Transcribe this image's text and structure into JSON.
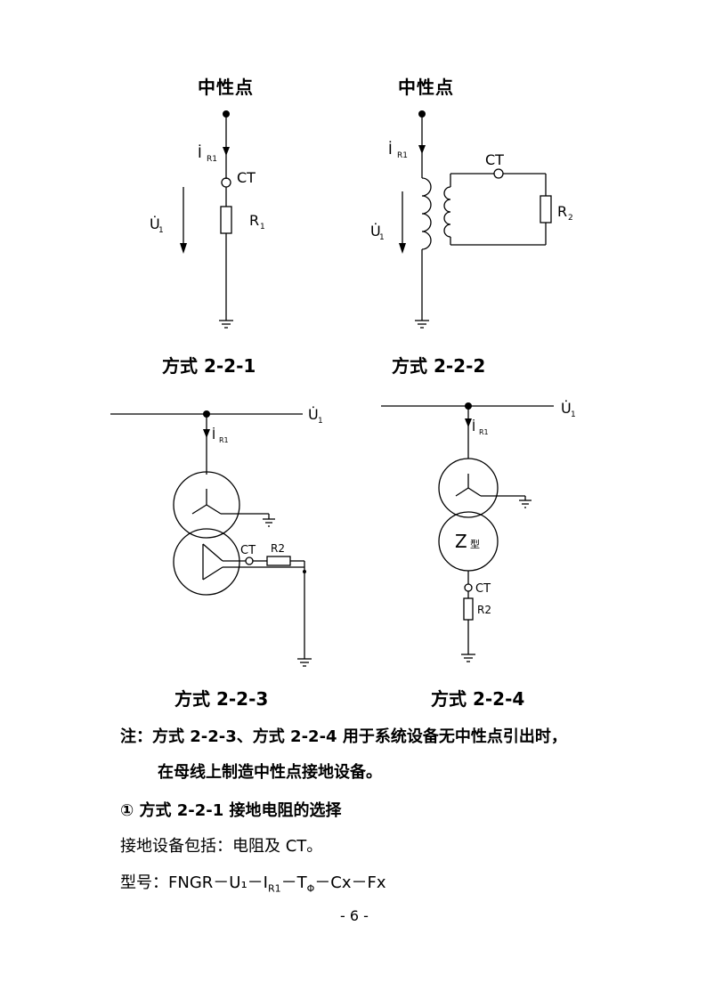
{
  "diagram1": {
    "title": "中性点",
    "current_label": "İ",
    "current_sub": "R1",
    "voltage_label": "U̇",
    "voltage_sub": "1",
    "ct_label": "CT",
    "resistor_label": "R",
    "resistor_sub": "1",
    "caption": "方式 2-2-1"
  },
  "diagram2": {
    "title": "中性点",
    "current_label": "İ",
    "current_sub": "R1",
    "voltage_label": "U̇",
    "voltage_sub": "1",
    "ct_label": "CT",
    "resistor_label": "R",
    "resistor_sub": "2",
    "caption": "方式 2-2-2"
  },
  "diagram3": {
    "voltage_label": "U̇",
    "voltage_sub": "1",
    "current_label": "İ",
    "current_sub": "R1",
    "ct_label": "CT",
    "resistor_label": "R2",
    "caption": "方式 2-2-3"
  },
  "diagram4": {
    "voltage_label": "U̇",
    "voltage_sub": "1",
    "current_label": "İ",
    "current_sub": "R1",
    "z_label": "Z",
    "z_suffix": "型",
    "ct_label": "CT",
    "resistor_label": "R2",
    "caption": "方式 2-2-4"
  },
  "note": {
    "line1": "注：方式 2-2-3、方式 2-2-4 用于系统设备无中性点引出时，",
    "line2": "在母线上制造中性点接地设备。"
  },
  "section": {
    "heading": "① 方式 2-2-1 接地电阻的选择",
    "p1": "接地设备包括：电阻及 CT。",
    "p2": "型号：FNGR－U₁－I",
    "p2_sub1": "R1",
    "p2_mid": "－T",
    "p2_sub2": "Φ",
    "p2_end": "－Cx－Fx"
  },
  "page_number": "- 6 -"
}
